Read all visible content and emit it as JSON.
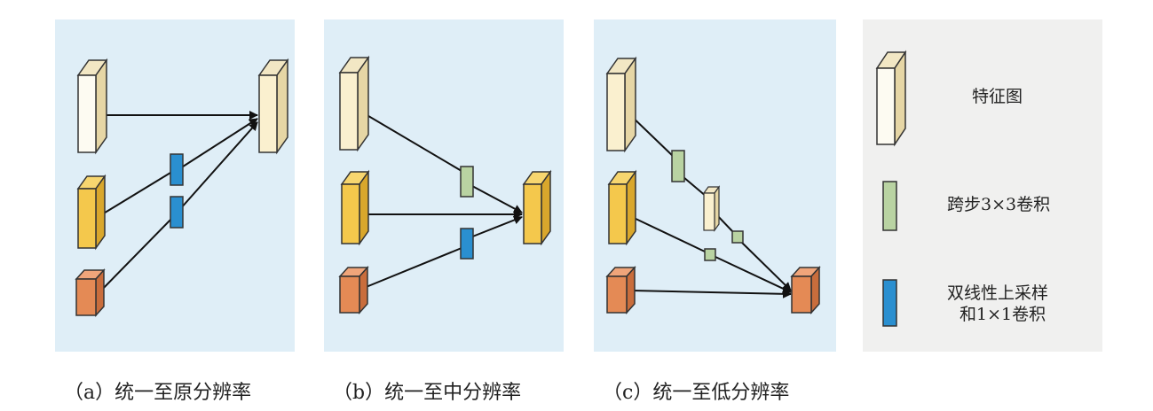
{
  "captions": {
    "a": "（a）统一至原分辨率",
    "b": "（b）统一至中分辨率",
    "c": "（c）统一至低分辨率"
  },
  "legend": {
    "feature_map": "特征图",
    "strided_conv": "跨步3×3卷积",
    "upsample_line1": "双线性上采样",
    "upsample_line2": "和1×1卷积"
  },
  "colors": {
    "panel_bg": "#dfeef7",
    "legend_bg": "#f0f0ef",
    "high_res": "#faf0cf",
    "mid_res": "#f4c84c",
    "low_res": "#e48a55",
    "strided_conv": "#b9d3a2",
    "upsample_conv": "#2a8fd0",
    "arrow": "#111111"
  }
}
